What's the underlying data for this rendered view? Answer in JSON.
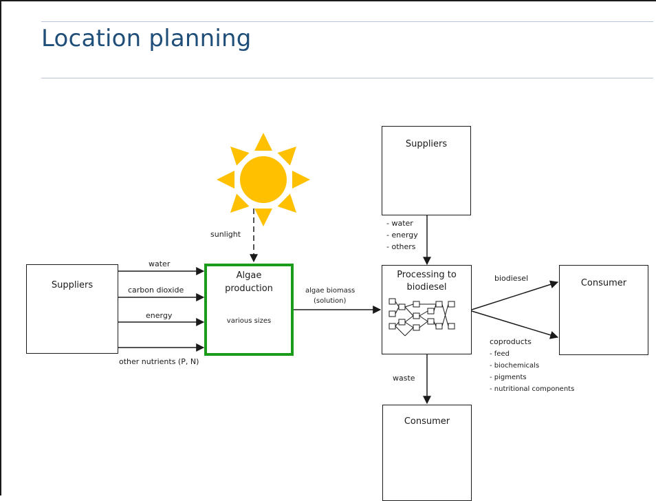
{
  "slide": {
    "title": "Location planning"
  },
  "diagram": {
    "suppliers_left": "Suppliers",
    "suppliers_top": "Suppliers",
    "algae": {
      "title_line1": "Algae",
      "title_line2": "production",
      "subtitle": "various sizes",
      "border_color": "#1a9c1a"
    },
    "processing": {
      "title_line1": "Processing to",
      "title_line2": "biodiesel"
    },
    "consumer_right": "Consumer",
    "consumer_bottom": "Consumer",
    "sunlight_label": "sunlight",
    "sun_color": "#ffc000",
    "inputs": [
      "water",
      "carbon dioxide",
      "energy",
      "other nutrients (P, N)"
    ],
    "top_supplies": [
      "- water",
      "- energy",
      "- others"
    ],
    "biomass_line1": "algae biomass",
    "biomass_line2": "(solution)",
    "biodiesel_label": "biodiesel",
    "coproducts_label": "coproducts",
    "coproducts_items": [
      "- feed",
      "- biochemicals",
      "- pigments",
      "- nutritional components"
    ],
    "waste_label": "waste"
  }
}
